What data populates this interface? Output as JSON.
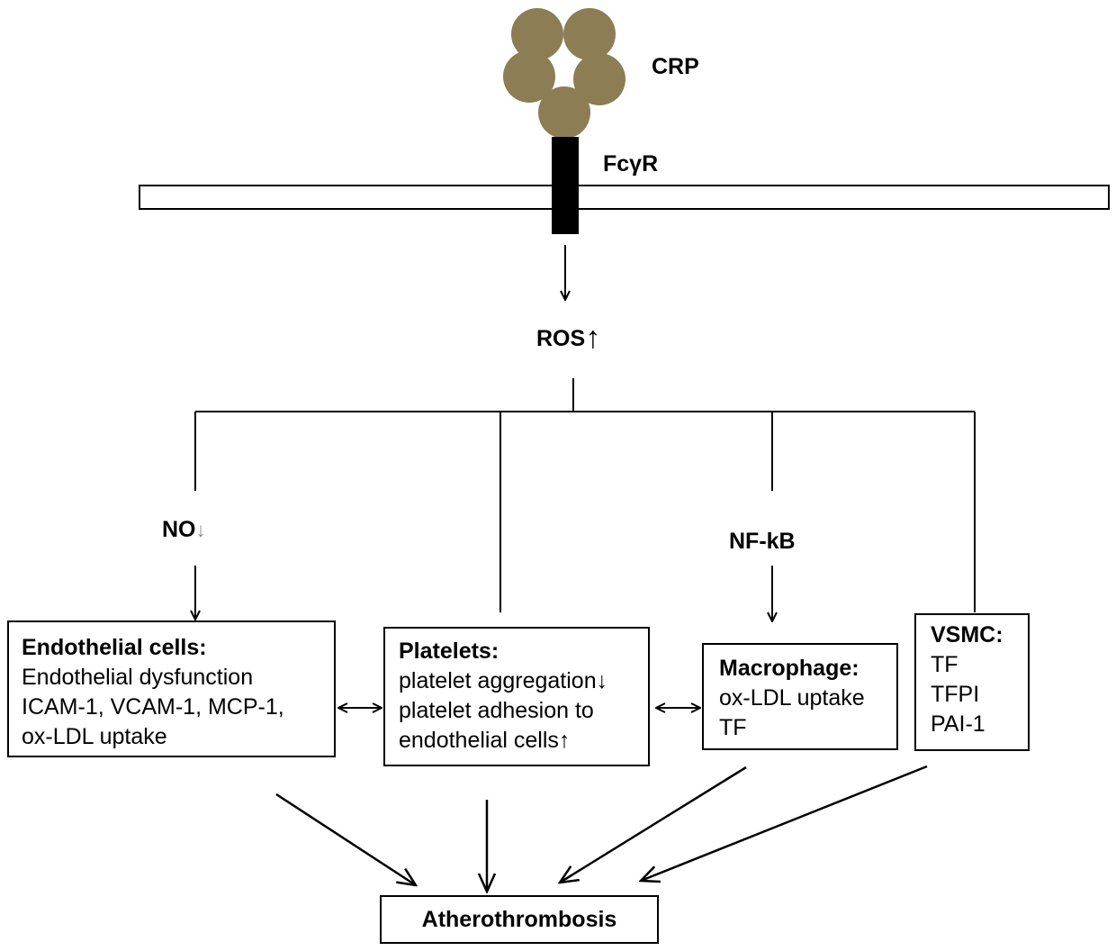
{
  "labels": {
    "crp": "CRP",
    "fcgr": "FcγR",
    "ros": "ROS",
    "ros_arrow": "↑",
    "no": "NO",
    "no_arrow": "↓",
    "nfkb": "NF-kB"
  },
  "boxes": {
    "endothelial": {
      "title": "Endothelial cells:",
      "lines": [
        "Endothelial dysfunction",
        "ICAM-1, VCAM-1, MCP-1,",
        "ox-LDL uptake"
      ]
    },
    "platelets": {
      "title": "Platelets:",
      "lines": [
        "platelet aggregation↓",
        "platelet adhesion to",
        "endothelial cells↑"
      ]
    },
    "macrophage": {
      "title": "Macrophage:",
      "lines": [
        "ox-LDL uptake",
        "TF"
      ]
    },
    "vsmc": {
      "title": "VSMC:",
      "lines": [
        "TF",
        "TFPI",
        "PAI-1"
      ]
    },
    "outcome": {
      "title": "Atherothrombosis"
    }
  },
  "colors": {
    "crp_subunit": "#8c7d55",
    "line": "#000000"
  }
}
